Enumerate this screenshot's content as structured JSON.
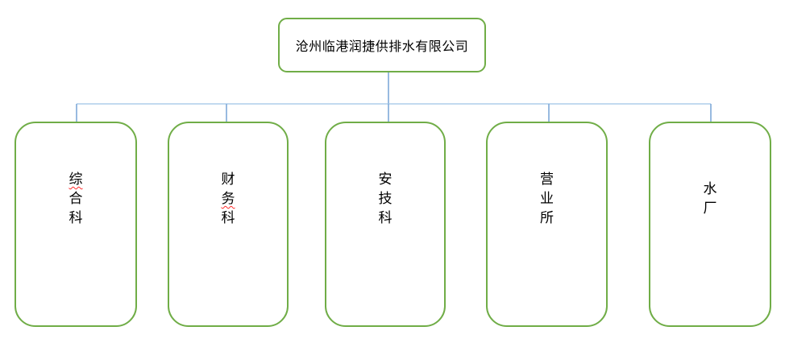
{
  "org_chart": {
    "root": {
      "label": "沧州临港润捷供排水有限公司"
    },
    "departments": [
      {
        "label": "综合科",
        "spellcheck_flagged_chars": [
          0
        ]
      },
      {
        "label": "财务科",
        "spellcheck_flagged_chars": [
          1
        ]
      },
      {
        "label": "安技科",
        "spellcheck_flagged_chars": []
      },
      {
        "label": "营业所",
        "spellcheck_flagged_chars": []
      },
      {
        "label": "水厂",
        "spellcheck_flagged_chars": []
      }
    ]
  },
  "colors": {
    "background": "#FFFFFF",
    "box_border": "#70AD47",
    "connector": "#9DC3E6",
    "connector_dark": "#7FA9D9",
    "text": "#000000",
    "spellcheck_underline": "#FF2A2A"
  }
}
